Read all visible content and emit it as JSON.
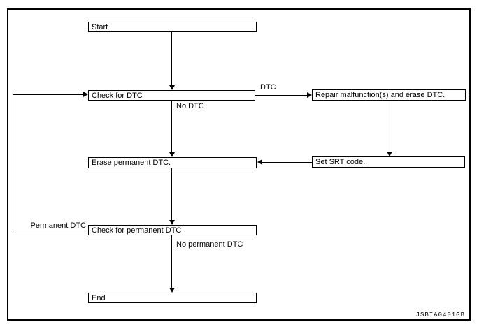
{
  "diagram": {
    "type": "flowchart",
    "figure_code": "JSBIA0401GB",
    "colors": {
      "line": "#000000",
      "background": "#ffffff",
      "box_fill": "#ffffff",
      "text": "#000000"
    },
    "nodes": [
      {
        "id": "start",
        "label": "Start"
      },
      {
        "id": "check-dtc",
        "label": "Check for DTC"
      },
      {
        "id": "repair-erase-dtc",
        "label": "Repair malfunction(s) and erase DTC."
      },
      {
        "id": "erase-permanent-dtc",
        "label": "Erase permanent DTC."
      },
      {
        "id": "set-srt-code",
        "label": "Set SRT code."
      },
      {
        "id": "check-permanent-dtc",
        "label": "Check for permanent DTC"
      },
      {
        "id": "end",
        "label": "End"
      }
    ],
    "edge_labels": [
      {
        "id": "dtc",
        "text": "DTC"
      },
      {
        "id": "no-dtc",
        "text": "No DTC"
      },
      {
        "id": "permanent-dtc",
        "text": "Permanent DTC"
      },
      {
        "id": "no-permanent-dtc",
        "text": "No permanent DTC"
      }
    ],
    "edges": [
      {
        "from": "start",
        "to": "check-dtc",
        "label": ""
      },
      {
        "from": "check-dtc",
        "to": "repair-erase-dtc",
        "label": "DTC"
      },
      {
        "from": "check-dtc",
        "to": "erase-permanent-dtc",
        "label": "No DTC"
      },
      {
        "from": "repair-erase-dtc",
        "to": "set-srt-code",
        "label": ""
      },
      {
        "from": "set-srt-code",
        "to": "erase-permanent-dtc",
        "label": ""
      },
      {
        "from": "erase-permanent-dtc",
        "to": "check-permanent-dtc",
        "label": ""
      },
      {
        "from": "check-permanent-dtc",
        "to": "check-dtc",
        "label": "Permanent DTC"
      },
      {
        "from": "check-permanent-dtc",
        "to": "end",
        "label": "No permanent DTC"
      }
    ]
  }
}
